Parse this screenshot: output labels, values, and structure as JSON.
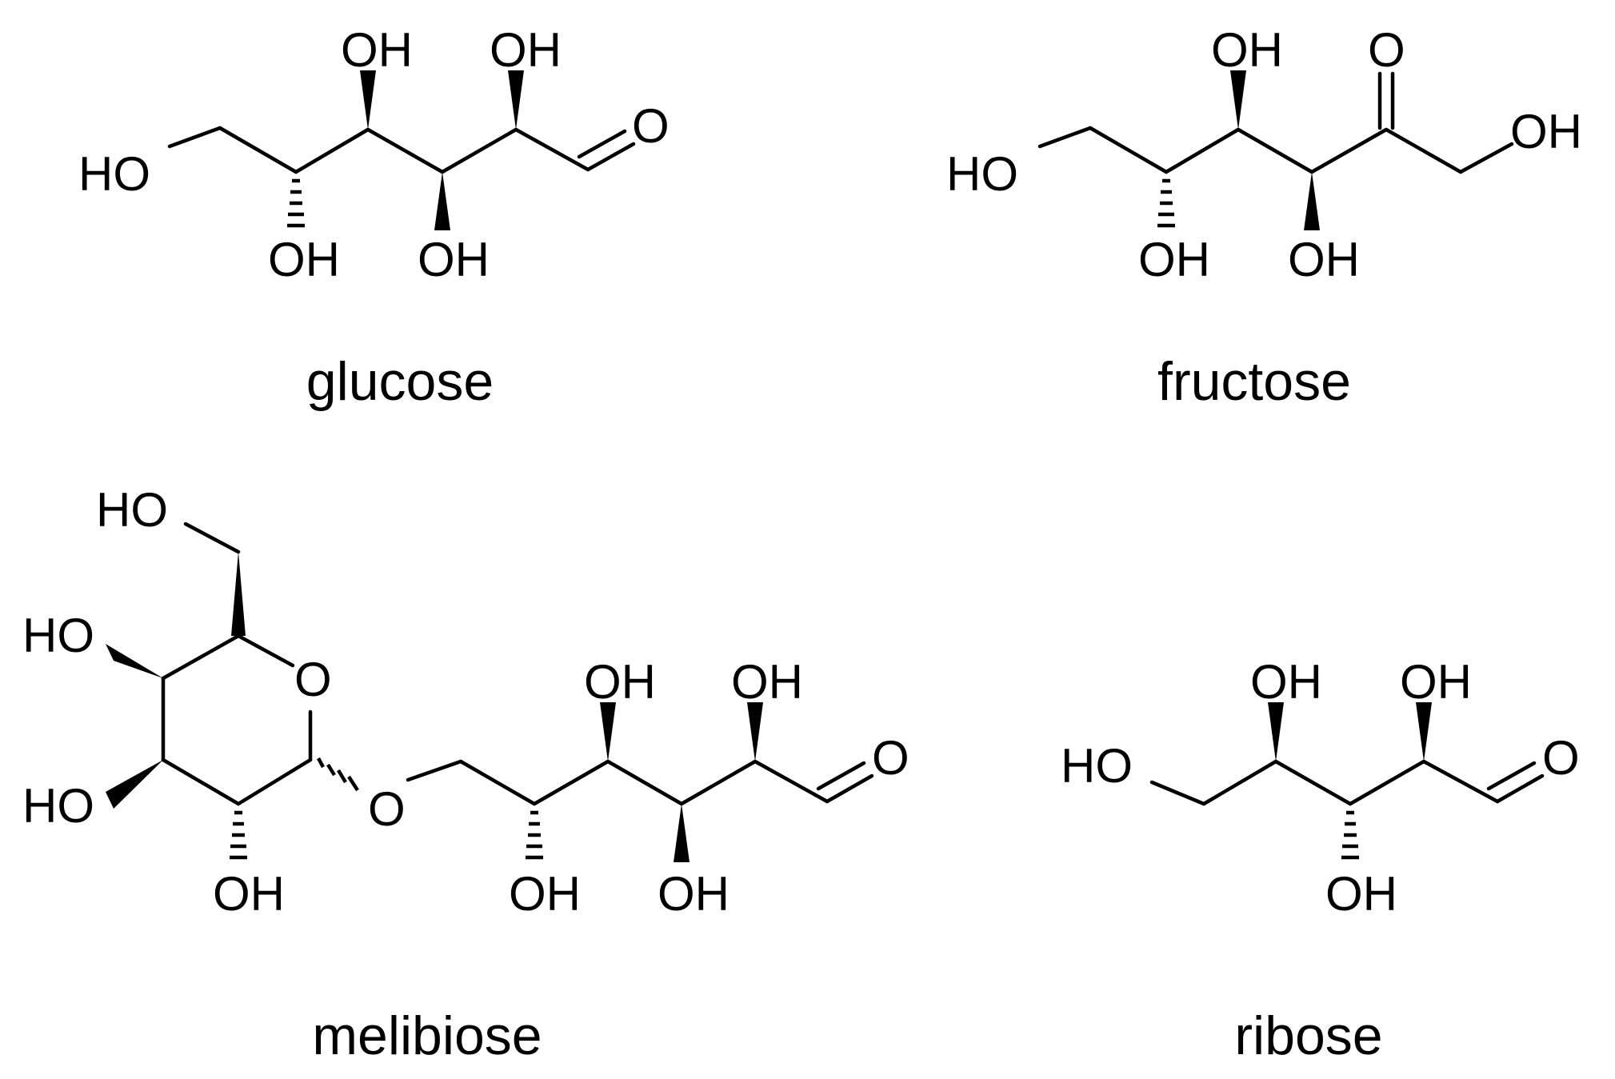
{
  "labels": {
    "hydroxyl": "OH",
    "hydroxyl_left": "HO",
    "oxygen": "O"
  },
  "compounds": {
    "glucose": {
      "name": "glucose"
    },
    "fructose": {
      "name": "fructose"
    },
    "melibiose": {
      "name": "melibiose"
    },
    "ribose": {
      "name": "ribose"
    }
  }
}
